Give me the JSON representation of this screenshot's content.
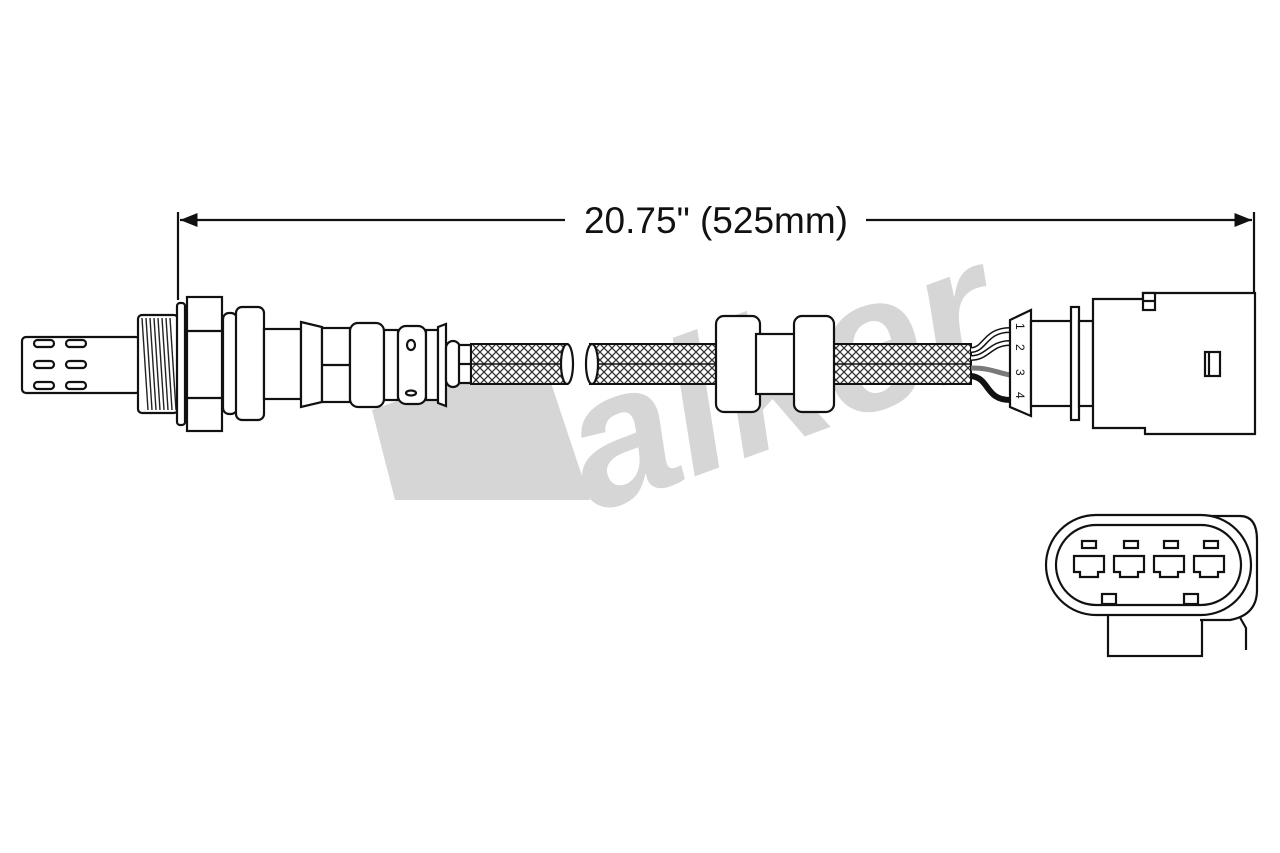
{
  "dimension": {
    "label": "20.75\" (525mm)"
  },
  "watermark": {
    "text": "Walker",
    "color": "#d6d6d6"
  },
  "connector": {
    "pin_labels": [
      "1",
      "2",
      "3",
      "4"
    ]
  },
  "wire_colors": [
    "#ffffff",
    "#ffffff",
    "#7a7a7a",
    "#111111"
  ]
}
